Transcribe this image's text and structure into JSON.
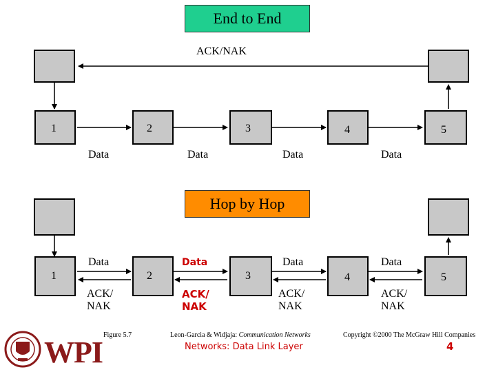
{
  "top": {
    "title": "End to End",
    "title_color": "#1fcf8f",
    "ack_label": "ACK/NAK",
    "nodes": [
      "1",
      "2",
      "3",
      "4",
      "5"
    ],
    "data_labels": [
      "Data",
      "Data",
      "Data",
      "Data"
    ]
  },
  "bottom": {
    "title": "Hop by Hop",
    "title_color": "#ff8c00",
    "nodes": [
      "1",
      "2",
      "3",
      "4",
      "5"
    ],
    "data_labels": [
      "Data",
      "Data",
      "Data",
      "Data"
    ],
    "ack_labels": [
      "ACK/\nNAK",
      "ACK/\nNAK",
      "ACK/\nNAK",
      "ACK/\nNAK"
    ]
  },
  "footer": {
    "figure": "Figure 5.7",
    "citation_prefix": "Leon-Garcia & Widjaja: ",
    "citation_title": "Communication Networks",
    "copyright": "Copyright ©2000 The McGraw Hill Companies",
    "course_title": "Networks: Data Link Layer",
    "page_number": "4",
    "logo_text": "WPI"
  }
}
